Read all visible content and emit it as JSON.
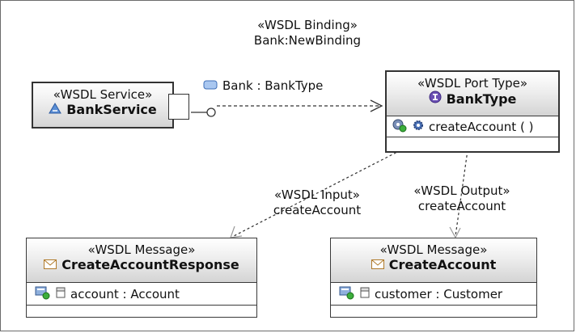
{
  "binding": {
    "stereotype": "«WSDL Binding»",
    "name": "Bank:NewBinding"
  },
  "service": {
    "stereotype": "«WSDL Service»",
    "name": "BankService",
    "icon": "service-icon"
  },
  "interface_label": {
    "text": "Bank : BankType",
    "icon": "interface-icon"
  },
  "port_type": {
    "stereotype": "«WSDL Port Type»",
    "name": "BankType",
    "icon": "interface-icon",
    "operation": "createAccount ( )",
    "operation_icons": [
      "operation-icon",
      "gear-icon"
    ]
  },
  "input_link": {
    "stereotype": "«WSDL Input»",
    "name": "createAccount"
  },
  "output_link": {
    "stereotype": "«WSDL Output»",
    "name": "createAccount"
  },
  "message_response": {
    "stereotype": "«WSDL Message»",
    "name": "CreateAccountResponse",
    "icon": "envelope-icon",
    "part": "account : Account",
    "part_icons": [
      "part-icon",
      "attribute-icon"
    ]
  },
  "message_request": {
    "stereotype": "«WSDL Message»",
    "name": "CreateAccount",
    "icon": "envelope-icon",
    "part": "customer : Customer",
    "part_icons": [
      "part-icon",
      "attribute-icon"
    ]
  }
}
